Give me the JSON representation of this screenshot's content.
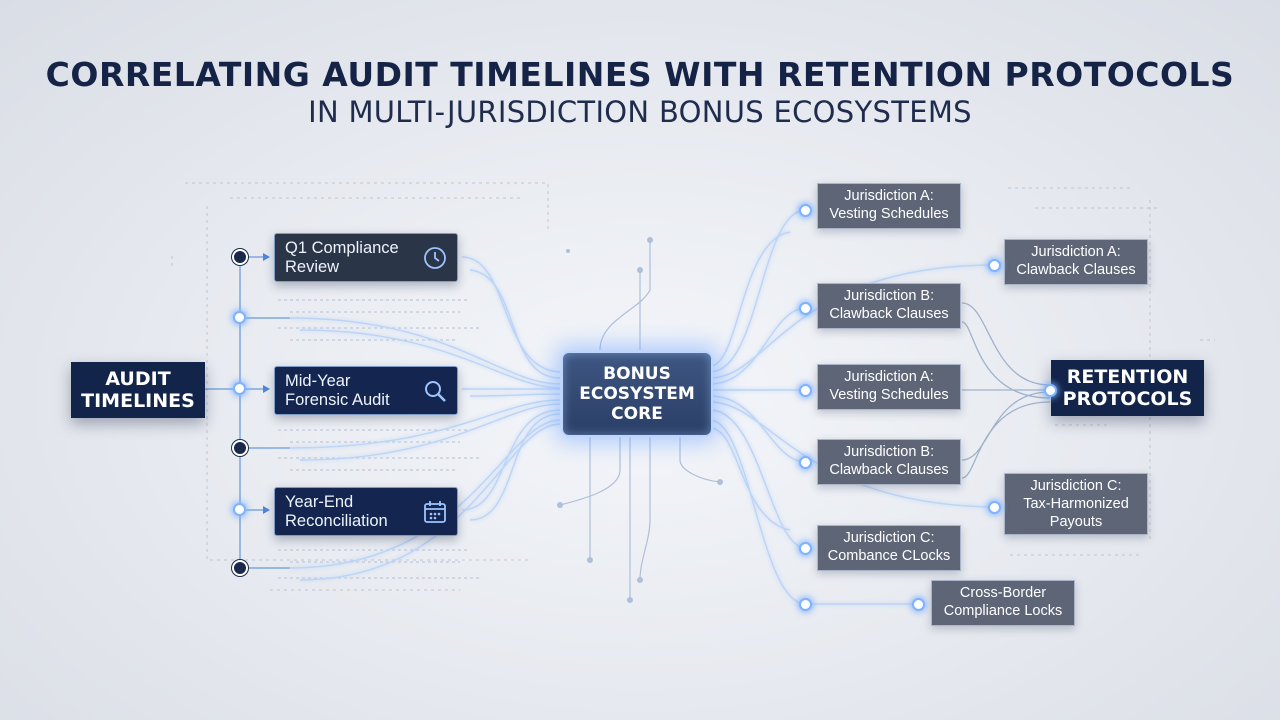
{
  "header": {
    "title": "CORRELATING AUDIT TIMELINES WITH RETENTION PROTOCOLS",
    "subtitle": "IN MULTI-JURISDICTION BONUS ECOSYSTEMS"
  },
  "left_hub": {
    "line1": "AUDIT",
    "line2": "TIMELINES"
  },
  "core": {
    "line1": "BONUS",
    "line2": "ECOSYSTEM",
    "line3": "CORE"
  },
  "right_hub": {
    "line1": "RETENTION",
    "line2": "PROTOCOLS"
  },
  "stages": [
    {
      "line1": "Q1 Compliance",
      "line2": "Review",
      "icon": "clock-icon"
    },
    {
      "line1": "Mid-Year",
      "line2": "Forensic Audit",
      "icon": "magnifier-icon"
    },
    {
      "line1": "Year-End",
      "line2": "Reconciliation",
      "icon": "calendar-icon"
    }
  ],
  "jurisdictions": [
    {
      "line1": "Jurisdiction A:",
      "line2": "Vesting Schedules",
      "line3": ""
    },
    {
      "line1": "Jurisdiction A:",
      "line2": "Clawback Clauses",
      "line3": ""
    },
    {
      "line1": "Jurisdiction B:",
      "line2": "Clawback Clauses",
      "line3": ""
    },
    {
      "line1": "Jurisdiction A:",
      "line2": "Vesting Schedules",
      "line3": ""
    },
    {
      "line1": "Jurisdiction B:",
      "line2": "Clawback Clauses",
      "line3": ""
    },
    {
      "line1": "Jurisdiction C:",
      "line2": "Tax-Harmonized",
      "line3": "Payouts"
    },
    {
      "line1": "Jurisdiction C:",
      "line2": "Combance CLocks",
      "line3": ""
    },
    {
      "line1": "Cross-Border",
      "line2": "Compliance Locks",
      "line3": ""
    }
  ],
  "colors": {
    "navy": "#13244a",
    "core_glow": "#9cc4ff",
    "wire": "#b9d2f5",
    "box_gray": "#5d6577",
    "background": "#e9ecf1"
  }
}
